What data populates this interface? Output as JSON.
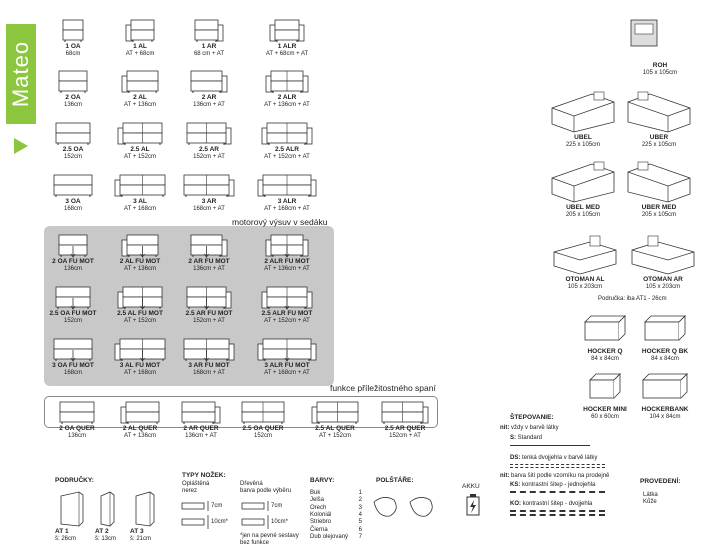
{
  "brand": "Mateo",
  "grid_rows": [
    [
      {
        "code": "1 OA",
        "dim": "68cm"
      },
      {
        "code": "1 AL",
        "dim": "AT + 68cm"
      },
      {
        "code": "1 AR",
        "dim": "68 cm + AT"
      },
      {
        "code": "1 ALR",
        "dim": "AT + 68cm + AT"
      }
    ],
    [
      {
        "code": "2 OA",
        "dim": "136cm"
      },
      {
        "code": "2 AL",
        "dim": "AT + 136cm"
      },
      {
        "code": "2 AR",
        "dim": "136cm + AT"
      },
      {
        "code": "2 ALR",
        "dim": "AT + 136cm + AT"
      }
    ],
    [
      {
        "code": "2.5 OA",
        "dim": "152cm"
      },
      {
        "code": "2.5 AL",
        "dim": "AT + 152cm"
      },
      {
        "code": "2.5 AR",
        "dim": "152cm + AT"
      },
      {
        "code": "2.5 ALR",
        "dim": "AT + 152cm + AT"
      }
    ],
    [
      {
        "code": "3 OA",
        "dim": "168cm"
      },
      {
        "code": "3 AL",
        "dim": "AT + 168cm"
      },
      {
        "code": "3 AR",
        "dim": "168cm + AT"
      },
      {
        "code": "3 ALR",
        "dim": "AT + 168cm + AT"
      }
    ]
  ],
  "motor": {
    "heading": "motorový výsuv v sedáku",
    "rows": [
      [
        {
          "code": "2 OA FU MOT",
          "dim": "136cm"
        },
        {
          "code": "2 AL FU MOT",
          "dim": "AT + 136cm"
        },
        {
          "code": "2 AR FU MOT",
          "dim": "136cm + AT"
        },
        {
          "code": "2 ALR FU MOT",
          "dim": "AT + 136cm + AT"
        }
      ],
      [
        {
          "code": "2.5 OA FU MOT",
          "dim": "152cm"
        },
        {
          "code": "2.5 AL FU MOT",
          "dim": "AT + 152cm"
        },
        {
          "code": "2.5 AR FU MOT",
          "dim": "152cm + AT"
        },
        {
          "code": "2.5 ALR FU MOT",
          "dim": "AT + 152cm + AT"
        }
      ],
      [
        {
          "code": "3 OA FU MOT",
          "dim": "168cm"
        },
        {
          "code": "3 AL FU MOT",
          "dim": "AT + 168cm"
        },
        {
          "code": "3 AR FU MOT",
          "dim": "168cm + AT"
        },
        {
          "code": "3 ALR FU MOT",
          "dim": "AT + 168cm + AT"
        }
      ]
    ]
  },
  "sleep": {
    "heading": "funkce příležitostného spaní",
    "items": [
      {
        "code": "2 OA QUER",
        "dim": "136cm"
      },
      {
        "code": "2 AL QUER",
        "dim": "AT + 136cm"
      },
      {
        "code": "2 AR  QUER",
        "dim": "136cm + AT"
      },
      {
        "code": "2.5 OA QUER",
        "dim": "152cm"
      },
      {
        "code": "2.5 AL QUER",
        "dim": "AT + 152cm"
      },
      {
        "code": "2.5 AR QUER",
        "dim": "152cm + AT"
      }
    ]
  },
  "corners": [
    {
      "code": "ROH",
      "dim": "105 x 105cm"
    },
    {
      "code": "UBEL",
      "dim": "225 x 105cm"
    },
    {
      "code": "UBER",
      "dim": "225 x 105cm"
    },
    {
      "code": "UBEL MED",
      "dim": "205 x 105cm"
    },
    {
      "code": "UBER MED",
      "dim": "205 x 105cm"
    },
    {
      "code": "OTOMAN  AL",
      "dim": "105 x 203cm"
    },
    {
      "code": "OTOMAN  AR",
      "dim": "105 x 203cm"
    }
  ],
  "armrest_note": "Područka: iba AT1 - 26cm",
  "hockers": [
    {
      "code": "HOCKER Q",
      "dim": "84 x 84cm"
    },
    {
      "code": "HOCKER Q BK",
      "dim": "84 x 84cm"
    },
    {
      "code": "HOCKER MINI",
      "dim": "60 x 60cm"
    },
    {
      "code": "HOCKERBANK",
      "dim": "104 x 84cm"
    }
  ],
  "stitching": {
    "title": "ŠTEPOVANIE:",
    "nit_label": "nit:",
    "nit_text": "vždy v barvě látky",
    "s_code": "S:",
    "s_text": "Standard",
    "ds_code": "DS:",
    "ds_text": "tenká dvojjehla v barvě látky",
    "nit2_text": "barva šití podle vzorníku na prodejně",
    "ks_code": "KS:",
    "ks_text": "kontrastní šitep - jednojehla",
    "ko_code": "KO:",
    "ko_text": "kontrastní šitep - dvojjehla"
  },
  "armrests": {
    "title": "PODRUČKY:",
    "items": [
      {
        "code": "AT 1",
        "dim": "š: 26cm"
      },
      {
        "code": "AT 2",
        "dim": "š: 13cm"
      },
      {
        "code": "AT 3",
        "dim": "š: 21cm"
      }
    ]
  },
  "legs": {
    "title": "TYPY NOŽEK:",
    "col1": "Opláštěná\nnerez",
    "col2": "Dřevěná\nbarva podle výběru",
    "h1": "7cm",
    "h2": "10cm*",
    "note": "*jen na pevné sestavy\nbez funkce"
  },
  "colors": {
    "title": "BARVY:",
    "items": [
      {
        "name": "Buk",
        "num": "1"
      },
      {
        "name": "Jelša",
        "num": "2"
      },
      {
        "name": "Orech",
        "num": "3"
      },
      {
        "name": "Koloniál",
        "num": "4"
      },
      {
        "name": "Striebro",
        "num": "5"
      },
      {
        "name": "Čierna",
        "num": "6"
      },
      {
        "name": "Dub olejovaný",
        "num": "7"
      }
    ]
  },
  "pillows": {
    "title": "POLŠTÁŘE:"
  },
  "battery": {
    "title": "AKKU"
  },
  "finish": {
    "title": "PROVEDENÍ:",
    "items": [
      "Látka",
      "Kůže"
    ]
  }
}
